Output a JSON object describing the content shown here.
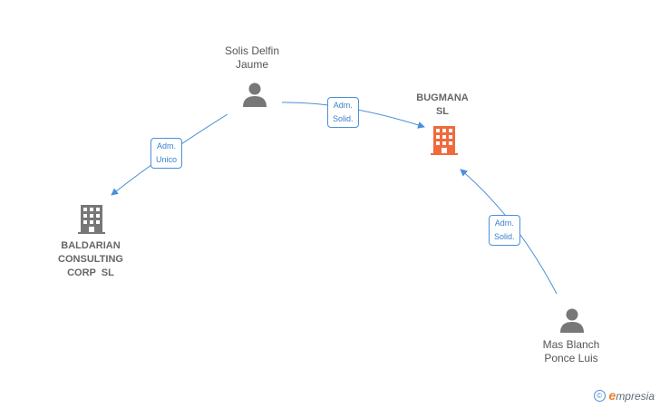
{
  "nodes": {
    "solis": {
      "line1": "Solis Delfin",
      "line2": "Jaume",
      "icon": "person-icon"
    },
    "bugmana": {
      "line1": "BUGMANA",
      "line2": "SL",
      "icon": "building-icon",
      "color": "#f06a3b"
    },
    "baldarian": {
      "line1": "BALDARIAN",
      "line2": "CONSULTING",
      "line3": "CORP  SL",
      "icon": "building-icon",
      "color": "#777777"
    },
    "mas": {
      "line1": "Mas Blanch",
      "line2": "Ponce Luis",
      "icon": "person-icon"
    }
  },
  "edges": {
    "solis_bugmana": {
      "line1": "Adm.",
      "line2": "Solid."
    },
    "solis_baldarian": {
      "line1": "Adm.",
      "line2": "Unico"
    },
    "mas_bugmana": {
      "line1": "Adm.",
      "line2": "Solid."
    }
  },
  "colors": {
    "edge": "#4a8fd8",
    "person": "#777777"
  },
  "footer": {
    "copyright": "©",
    "brand_initial": "e",
    "brand_rest": "mpresia"
  }
}
